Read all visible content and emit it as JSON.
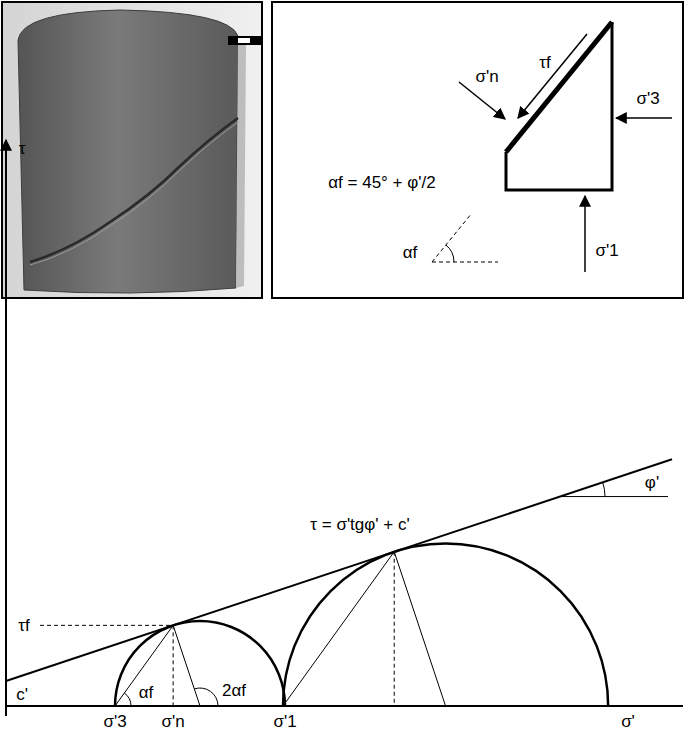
{
  "diagram": {
    "labels": [
      "σ'n",
      "τf",
      "σ'3",
      "αf = 45° + φ'/2",
      "αf",
      "σ'1",
      "τ",
      "τ = σ'tgφ' + c'",
      "φ'",
      "τf",
      "c'",
      "αf",
      "2αf",
      "σ'3",
      "σ'n",
      "σ'1",
      "σ'"
    ]
  }
}
